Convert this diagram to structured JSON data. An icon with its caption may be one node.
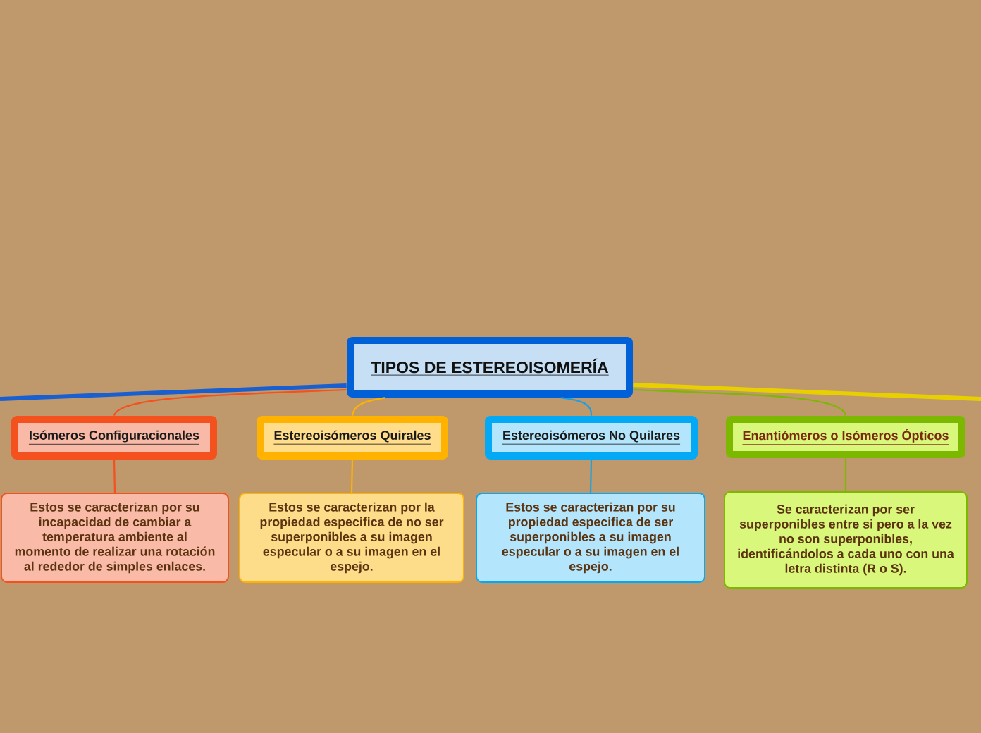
{
  "diagram": {
    "nodes": [
      {
        "text": [
          "TIPOS DE ESTEREOISOMERÍA"
        ]
      },
      {
        "text": [
          "Isómeros Configuracionales"
        ]
      },
      {
        "text": [
          "Estereoisómeros Quirales"
        ]
      },
      {
        "text": [
          "Estereoisómeros No Quilares"
        ]
      },
      {
        "text": [
          "Enantiómeros o Isómeros Ópticos"
        ]
      },
      {
        "text": [
          "Estos se caracterizan por su incapacidad de cambiar a temperatura ambiente al momento de realizar una rotación al rededor de simples enlaces."
        ]
      },
      {
        "text": [
          "Estos se caracterizan por la propiedad especifica de no ser superponibles a su imagen especular o a su imagen en el espejo."
        ]
      },
      {
        "text": [
          "Estos se caracterizan por su propiedad especifica de ser superponibles a su imagen especular o a su imagen en el espejo."
        ]
      },
      {
        "text": [
          "Se caracterizan por ser superponibles entre si pero a la vez no son superponibles, identificándolos a cada uno con una letra distinta (R o S)."
        ]
      }
    ],
    "edges": [
      {
        "from": 0,
        "to": 1,
        "arrow": "none",
        "color": "#f4511e"
      },
      {
        "from": 0,
        "to": 2,
        "arrow": "none",
        "color": "#ffb300"
      },
      {
        "from": 0,
        "to": 3,
        "arrow": "none",
        "color": "#1ea0e0"
      },
      {
        "from": 0,
        "to": 4,
        "arrow": "none",
        "color": "#7cb800"
      },
      {
        "from": 1,
        "to": 5,
        "arrow": "none",
        "color": "#f4511e"
      },
      {
        "from": 2,
        "to": 6,
        "arrow": "none",
        "color": "#ffb300"
      },
      {
        "from": 3,
        "to": 7,
        "arrow": "none",
        "color": "#1ea0e0"
      },
      {
        "from": 4,
        "to": 8,
        "arrow": "none",
        "color": "#7cb800"
      },
      {
        "from": 0,
        "to": null,
        "arrow": "none",
        "style": "thick",
        "color": "#1a5fd0"
      },
      {
        "from": 0,
        "to": null,
        "arrow": "none",
        "style": "thick",
        "color": "#e8d000"
      }
    ]
  }
}
